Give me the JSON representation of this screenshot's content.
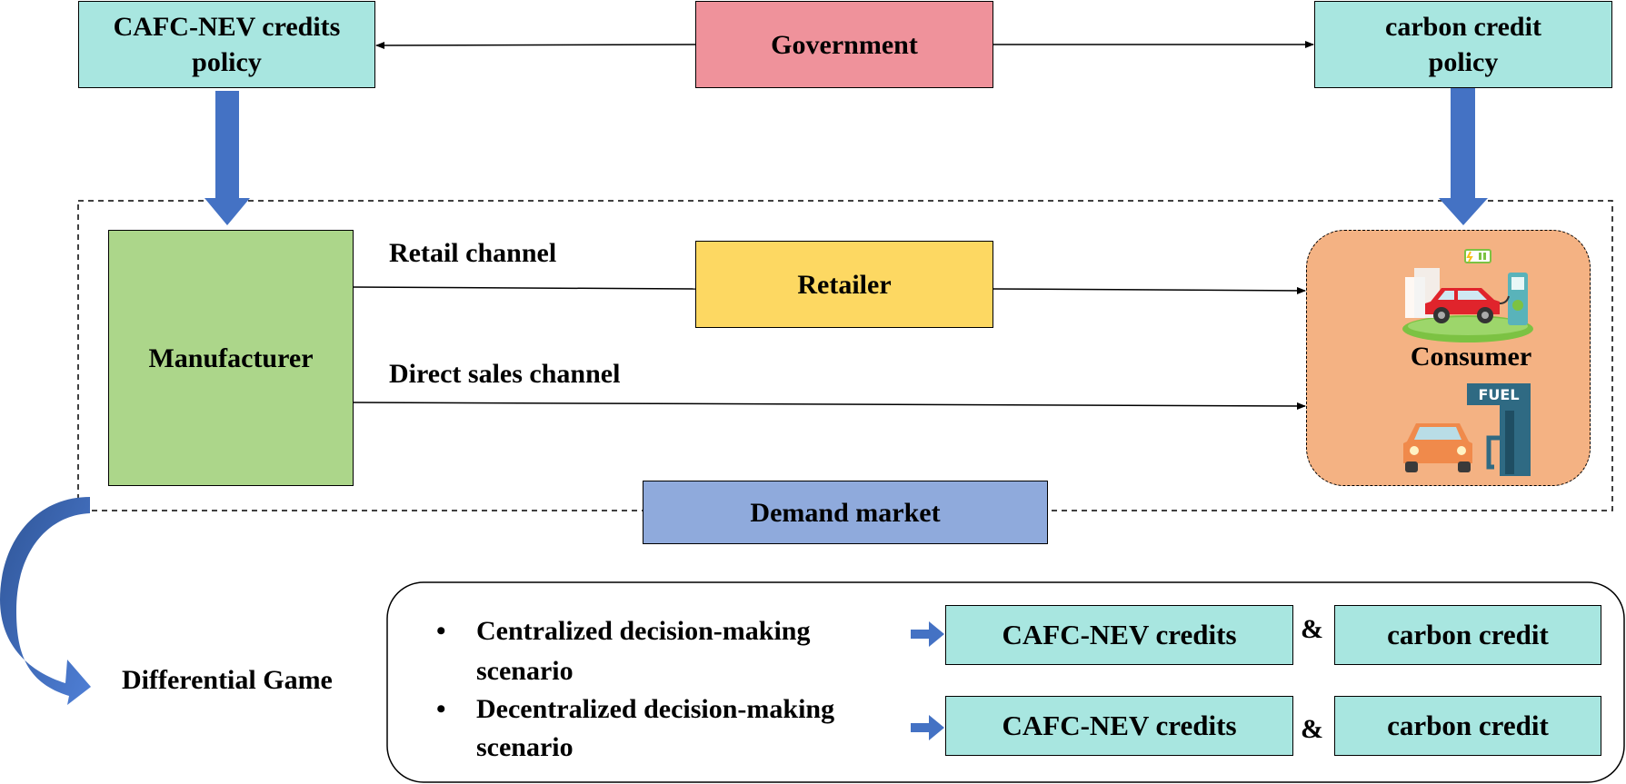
{
  "nodes": {
    "cafc_policy": "CAFC-NEV credits policy",
    "government": "Government",
    "carbon_policy": "carbon credit policy",
    "manufacturer": "Manufacturer",
    "retailer": "Retailer",
    "consumer": "Consumer",
    "demand_market": "Demand market",
    "differential_game": "Differential Game"
  },
  "edges": {
    "retail_channel": "Retail channel",
    "direct_channel": "Direct sales channel"
  },
  "scenarios": [
    {
      "bullet": "•",
      "line1": "Centralized decision-making",
      "line2": "scenario",
      "credit_a": "CAFC-NEV credits",
      "amp": "&",
      "credit_b": "carbon credit"
    },
    {
      "bullet": "•",
      "line1": "Decentralized decision-making",
      "line2": "scenario",
      "credit_a": "CAFC-NEV credits",
      "amp": "&",
      "credit_b": "carbon credit"
    }
  ],
  "icons": {
    "ev": "electric-car-charging-icon",
    "fuel": "fuel-car-icon",
    "fuel_sign": "FUEL"
  },
  "colors": {
    "cyan": "#a8e6e0",
    "government": "#ef929b",
    "manufacturer": "#acd68a",
    "retailer": "#fdd862",
    "consumer": "#f4b283",
    "demand_market": "#8faadc",
    "arrow_blue": "#4472c4"
  }
}
